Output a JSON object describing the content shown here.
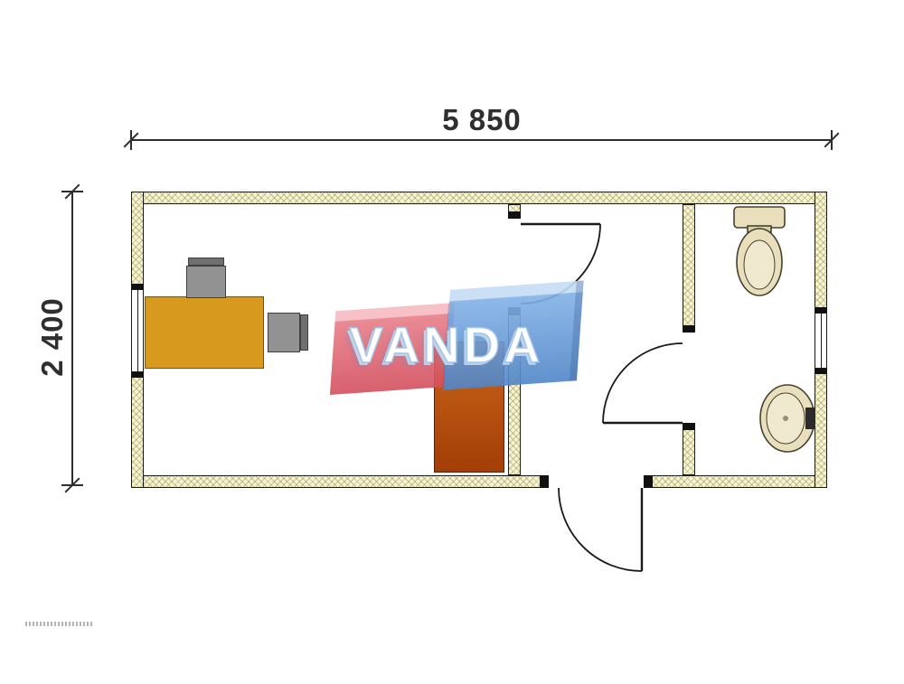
{
  "drawing": {
    "type": "container-office floor plan",
    "watermark": "VANDA",
    "dim_width": "5 850",
    "dim_height": "2 400",
    "elements": [
      "exterior-walls-hatched",
      "window-left-wall",
      "window-right-wall",
      "office-door-with-swing-arc",
      "wc-door-with-swing-arc",
      "entrance-door-with-swing-arc",
      "office-desk",
      "desk-chair",
      "side-chair",
      "cabinet",
      "toilet",
      "wash-basin"
    ],
    "colors": {
      "line": "#1a1a1a",
      "dimension_text": "#2f2f2f",
      "wall_fill": "#f7f4d6",
      "wall_hatch": "#968c3c",
      "desk": "#d8991f",
      "chair": "#929292",
      "cabinet": "#b5500f",
      "fixture": "#e9dfbd",
      "logo_red": "#d4505e",
      "logo_blue": "#5186c8",
      "logo_text": "#ffffff"
    }
  }
}
